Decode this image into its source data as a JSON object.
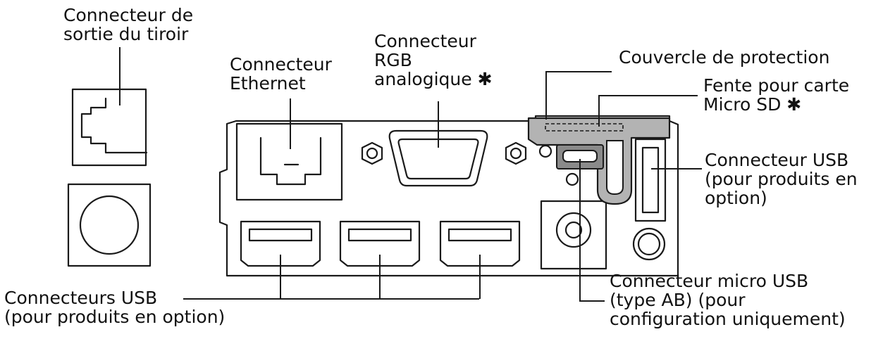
{
  "labels": {
    "drawer_kick": [
      "Connecteur de",
      "sortie du tiroir"
    ],
    "ethernet": [
      "Connecteur",
      "Ethernet"
    ],
    "rgb": [
      "Connecteur",
      "RGB",
      "analogique ✱"
    ],
    "cover": [
      "Couvercle de protection"
    ],
    "sd_slot": [
      "Fente pour carte",
      "Micro SD ✱"
    ],
    "usb_right": [
      "Connecteur USB",
      "(pour produits en",
      "option)"
    ],
    "usb_bottom": [
      "Connecteurs USB",
      "(pour produits en option)"
    ],
    "micro_usb": [
      "Connecteur micro USB",
      "(type AB) (pour",
      "configuration uniquement)"
    ]
  },
  "colors": {
    "line": "#1a1a1a",
    "cover_fill": "#b3b3b3",
    "micro_usb_fill": "#8a8a8a"
  }
}
